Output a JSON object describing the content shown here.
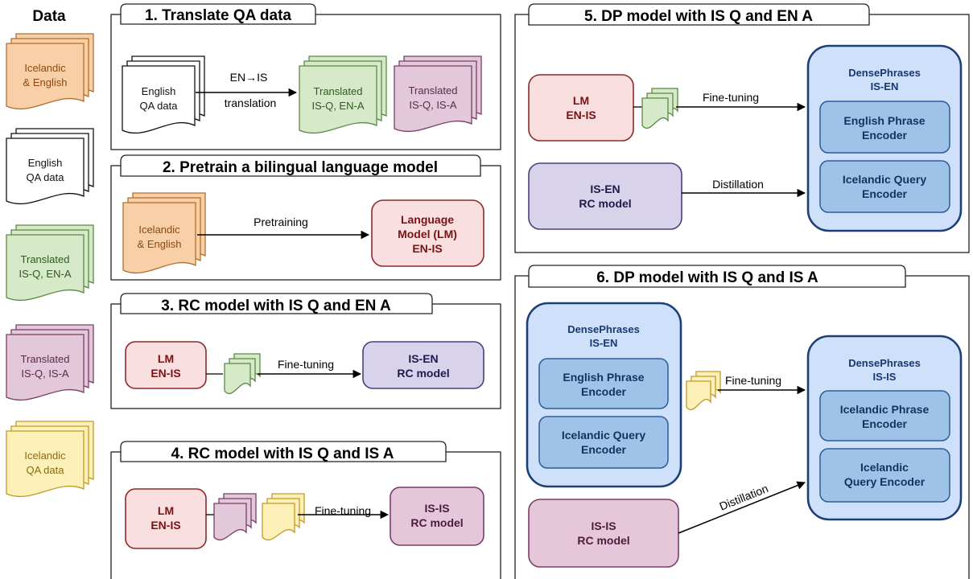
{
  "sidebar": {
    "title": "Data",
    "docs": [
      {
        "lines": [
          "Icelandic",
          "& English"
        ],
        "fill": "#f8cfa6",
        "stroke": "#b06f2f",
        "text_color": "#8a4a12"
      },
      {
        "lines": [
          "English",
          "QA data"
        ],
        "fill": "#ffffff",
        "stroke": "#111111",
        "text_color": "#111111"
      },
      {
        "lines": [
          "Translated",
          "IS-Q, EN-A"
        ],
        "fill": "#d6e9c8",
        "stroke": "#5a8a46",
        "text_color": "#2f5a22"
      },
      {
        "lines": [
          "Translated",
          "IS-Q, IS-A"
        ],
        "fill": "#e2c8d9",
        "stroke": "#7a3d6a",
        "text_color": "#5a2a4d"
      },
      {
        "lines": [
          "Icelandic",
          "QA data"
        ],
        "fill": "#fdf0b8",
        "stroke": "#c39b26",
        "text_color": "#8a6a10"
      }
    ]
  },
  "panels": {
    "p1": {
      "title": "1. Translate QA data",
      "doc_english": [
        "English",
        "QA data"
      ],
      "arrow_top": "EN→IS",
      "arrow_bottom": "translation",
      "doc_green": [
        "Translated",
        "IS-Q, EN-A"
      ],
      "doc_purple": [
        "Translated",
        "IS-Q, IS-A"
      ]
    },
    "p2": {
      "title": "2. Pretrain a bilingual language model",
      "doc_orange": [
        "Icelandic",
        "& English"
      ],
      "arrow": "Pretraining",
      "box": [
        "Language",
        "Model (LM)",
        "EN-IS"
      ]
    },
    "p3": {
      "title": "3. RC model with IS Q and EN A",
      "lm": [
        "LM",
        "EN-IS"
      ],
      "arrow": "Fine-tuning",
      "box": [
        "IS-EN",
        "RC model"
      ]
    },
    "p4": {
      "title": "4. RC model with IS Q and IS A",
      "lm": [
        "LM",
        "EN-IS"
      ],
      "arrow": "Fine-tuning",
      "box": [
        "IS-IS",
        "RC model"
      ]
    },
    "p5": {
      "title": "5. DP model with IS Q and EN A",
      "lm": [
        "LM",
        "EN-IS"
      ],
      "arrow_ft": "Fine-tuning",
      "rc": [
        "IS-EN",
        "RC model"
      ],
      "arrow_dist": "Distillation",
      "dp_title": [
        "DensePhrases",
        "IS-EN"
      ],
      "enc1": [
        "English Phrase",
        "Encoder"
      ],
      "enc2": [
        "Icelandic Query",
        "Encoder"
      ]
    },
    "p6": {
      "title": "6. DP model with IS Q and IS A",
      "dp_left_title": [
        "DensePhrases",
        "IS-EN"
      ],
      "enc_l1": [
        "English Phrase",
        "Encoder"
      ],
      "enc_l2": [
        "Icelandic Query",
        "Encoder"
      ],
      "arrow_ft": "Fine-tuning",
      "dp_right_title": [
        "DensePhrases",
        "IS-IS"
      ],
      "enc_r1": [
        "Icelandic Phrase",
        "Encoder"
      ],
      "enc_r2": [
        "Icelandic",
        "Query Encoder"
      ],
      "rc": [
        "IS-IS",
        "RC model"
      ],
      "arrow_dist": "Distillation"
    }
  },
  "colors": {
    "orange_fill": "#f8cfa6",
    "orange_stroke": "#b06f2f",
    "green_fill": "#d6e9c8",
    "green_stroke": "#5a8a46",
    "purple_fill": "#e2c8d9",
    "purple_stroke": "#7a3d6a",
    "yellow_fill": "#fdf0b8",
    "yellow_stroke": "#c39b26",
    "lm_fill": "#f9dfe0",
    "lm_stroke": "#8c2b2b",
    "lm_text": "#7a1212",
    "isen_fill": "#d8d2ea",
    "isen_stroke": "#4a3f7a",
    "isen_text": "#1f1a4d",
    "isis_fill": "#e6c7d9",
    "isis_stroke": "#7a3d6a",
    "isis_text": "#4a1c3b",
    "dp_fill": "#cfe0fb",
    "dp_stroke": "#1d3f78",
    "dp_text": "#17386e",
    "enc_fill": "#9fc3e8",
    "enc_stroke": "#2e5c97",
    "enc_text": "#12335f"
  }
}
